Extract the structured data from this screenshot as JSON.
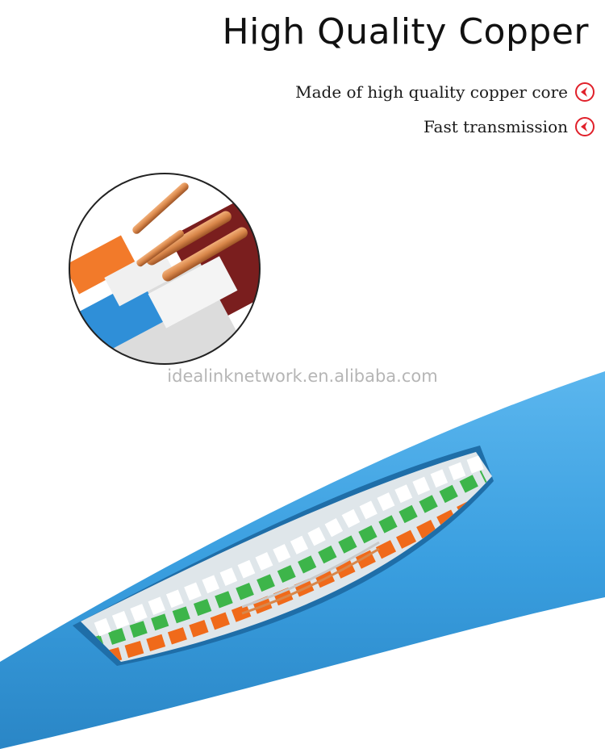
{
  "header": {
    "title": "High Quality Copper"
  },
  "features": [
    {
      "text": "Made of high quality copper core",
      "icon": "left-arrow-circle-icon"
    },
    {
      "text": "Fast transmission",
      "icon": "left-arrow-circle-icon"
    }
  ],
  "watermark": "idealinknetwork.en.alibaba.com",
  "colors": {
    "accent": "#e0202a",
    "cable_jacket": "#3a9fe0",
    "copper": "#d9874a",
    "pair_orange": "#f06a1a",
    "pair_green": "#3db54a"
  }
}
